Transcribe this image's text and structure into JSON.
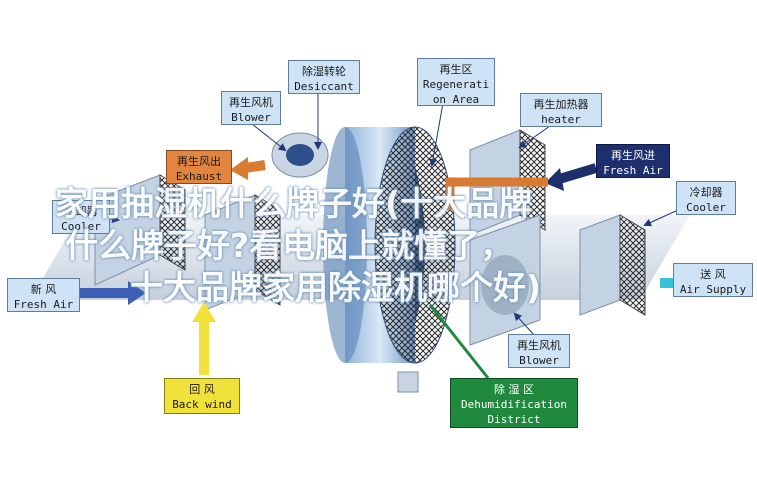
{
  "labels": {
    "desiccant": {
      "zh": "除湿转轮",
      "en": "Desiccant"
    },
    "regeneration_area": {
      "zh": "再生区",
      "en1": "Regenerati",
      "en2": "on Area"
    },
    "regen_blower": {
      "zh": "再生风机",
      "en": "Blower"
    },
    "regen_heater": {
      "zh": "再生加热器",
      "en": "heater"
    },
    "regen_exhaust": {
      "zh": "再生风出",
      "en": "Exhaust"
    },
    "regen_fresh_air": {
      "zh": "再生风进",
      "en": "Fresh Air"
    },
    "cooler_right": {
      "zh": "冷却器",
      "en": "Cooler"
    },
    "cooler_left": {
      "zh": "冷却器",
      "en": "Cooler"
    },
    "fresh_air": {
      "zh": "新  风",
      "en": "Fresh Air"
    },
    "air_supply": {
      "zh": "送  风",
      "en": "Air Supply"
    },
    "process_blower": {
      "zh": "再生风机",
      "en": "Blower"
    },
    "back_wind": {
      "zh": "回  风",
      "en": "Back wind"
    },
    "dehumidification_district": {
      "zh": "除  湿  区",
      "en1": "Dehumidification",
      "en2": "District"
    }
  },
  "overlay": {
    "line1": "家用抽湿机什么牌子好(十大品牌",
    "line2": "什么牌子好?看电脑上就懂了，",
    "line3": "十大品牌家用除湿机哪个好)"
  },
  "colors": {
    "label_bg": "#cfe3f6",
    "exhaust": "#e2853f",
    "regen_fresh": "#1d2f6c",
    "back_wind": "#f1e23b",
    "dehum": "#1f8a3d",
    "wheel": "#5b86b8"
  }
}
